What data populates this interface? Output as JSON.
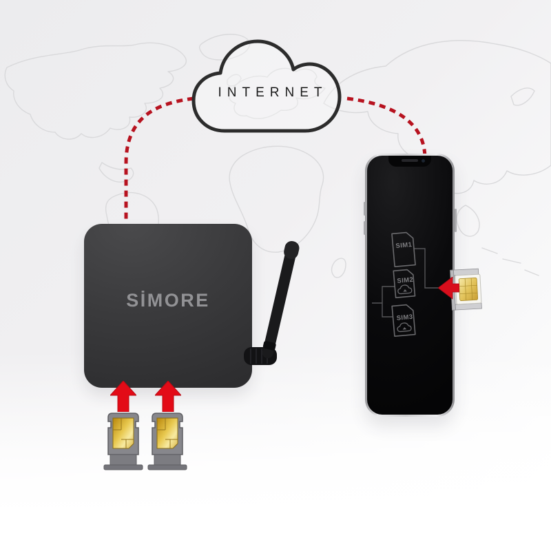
{
  "cloud": {
    "label": "INTERNET"
  },
  "router": {
    "brand_label": "SİMORE"
  },
  "phone": {
    "screen_sims": [
      {
        "label": "SIM1",
        "has_cloud_icon": false
      },
      {
        "label": "SIM2",
        "has_cloud_icon": true
      },
      {
        "label": "SIM3",
        "has_cloud_icon": true
      }
    ]
  },
  "icons": {
    "cloud-icon": "cloud outline",
    "internet-cloud-icon": "cloud containing INTERNET label",
    "antenna-icon": "wifi antenna rod with hinge",
    "up-arrow-icon": "▲",
    "left-arrow-icon": "◀",
    "sim-card-icon": "SIM card outline with notched corner",
    "sim-tray-icon": "SIM tray holding gold chip",
    "nano-sim-adapter-icon": "nano SIM card in side-mount holder",
    "world-map-icon": "faint world map outline"
  },
  "colors": {
    "accent_red_dashed": "#b7121f",
    "arrow_red": "#e30b17",
    "router_body": "#3a3a3c",
    "brand_text": "#929295",
    "cloud_outline": "#2c2c2c",
    "map_line": "#d9d9db",
    "screen_line": "#6a6a6d",
    "sim_gold": "#e0bb4a",
    "phone_frame_silver": "#cdcdcf"
  }
}
